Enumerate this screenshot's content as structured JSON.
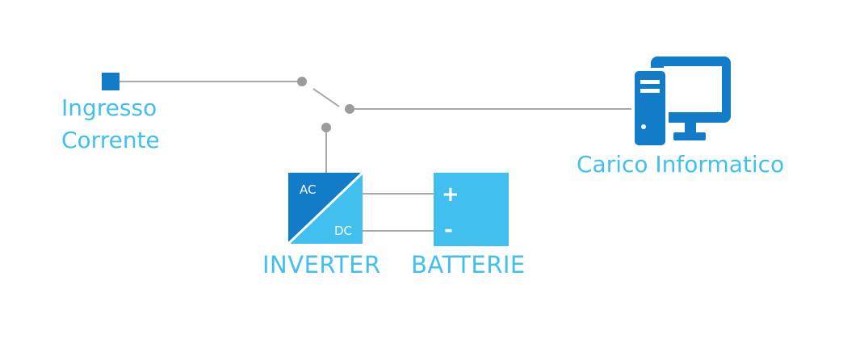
{
  "input": {
    "line1": "Ingresso",
    "line2": "Corrente"
  },
  "load": {
    "label": "Carico Informatico"
  },
  "inverter": {
    "label": "INVERTER",
    "ac": "AC",
    "dc": "DC"
  },
  "batteries": {
    "label": "BATTERIE",
    "plus": "+",
    "minus": "-"
  },
  "icons": {
    "computer": "desktop-computer-icon"
  },
  "colors": {
    "dark_blue": "#137cc9",
    "light_blue": "#41c0f0",
    "wire": "#a9a9a9",
    "node": "#9b9b9b"
  }
}
